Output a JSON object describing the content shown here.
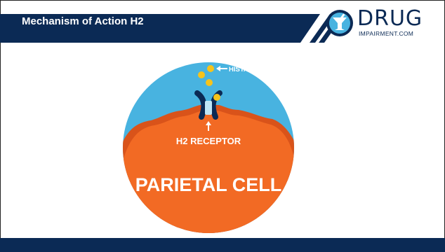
{
  "slide": {
    "title": "Mechanism of Action H2"
  },
  "logo": {
    "word": "DRUG",
    "subtitle": "IMPAIRMENT.COM",
    "icon": "mortar-pestle-icon"
  },
  "diagram": {
    "histamine_label": "HISTAMINE",
    "receptor_label": "H2 RECEPTOR",
    "cell_label": "PARIETAL CELL"
  },
  "colors": {
    "navy": "#0b2a55",
    "sky": "#48b3e0",
    "cell_orange": "#f26a24",
    "cell_dark": "#d9531a",
    "histamine_yellow": "#f6c31b"
  }
}
